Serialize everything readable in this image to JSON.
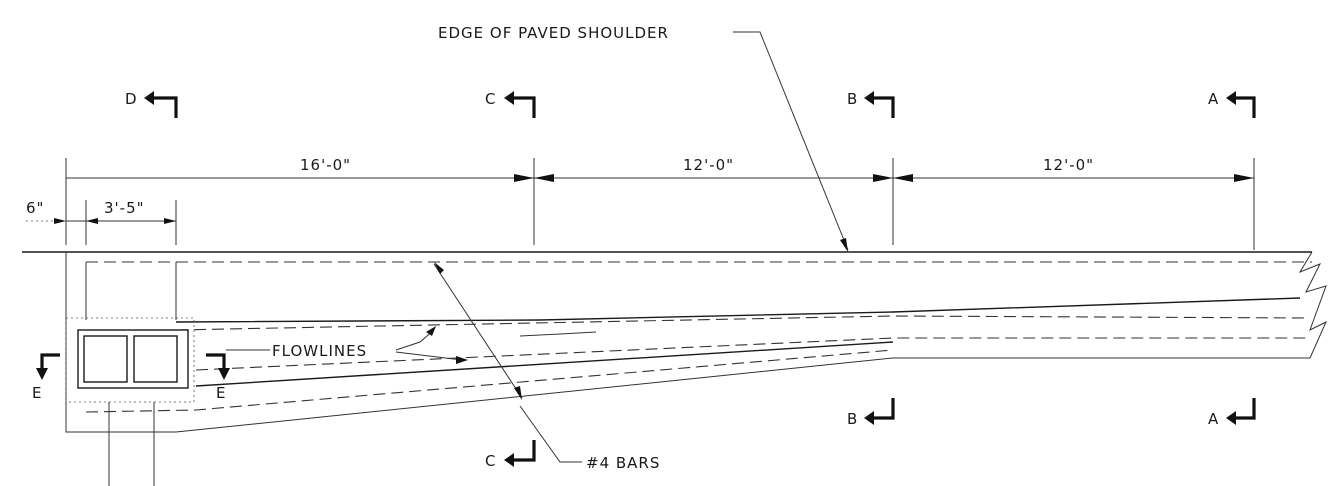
{
  "labels": {
    "edge_of_paved_shoulder": "EDGE OF PAVED SHOULDER",
    "flowlines": "FLOWLINES",
    "bars": "#4 BARS"
  },
  "dimensions": {
    "d_16": "16'-0\"",
    "d_12a": "12'-0\"",
    "d_12b": "12'-0\"",
    "d_6in": "6\"",
    "d_3_5": "3'-5\""
  },
  "sections": {
    "d_top": "D",
    "c_top": "C",
    "b_top": "B",
    "a_top": "A",
    "c_bottom": "C",
    "b_bottom": "B",
    "a_bottom": "A",
    "e_left": "E",
    "e_right": "E"
  }
}
